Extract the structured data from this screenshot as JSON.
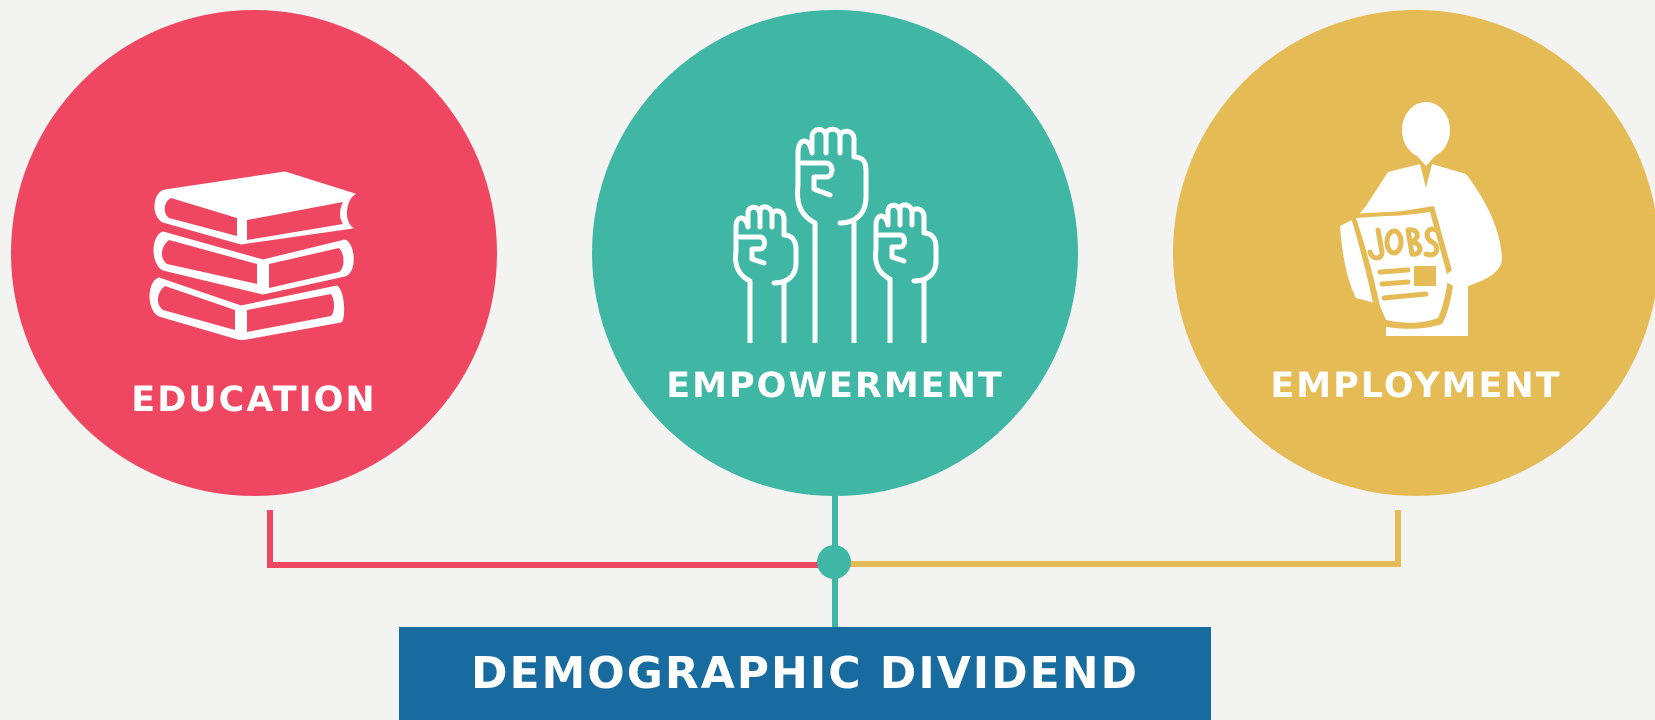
{
  "colors": {
    "background": "#f3f3f2",
    "education": "#ef4762",
    "empowerment": "#3fb7a4",
    "employment": "#e5bb56",
    "banner": "#176b9e",
    "text": "#ffffff"
  },
  "pillars": [
    {
      "label": "EDUCATION",
      "icon": "books-stack-icon"
    },
    {
      "label": "EMPOWERMENT",
      "icon": "raised-fists-icon"
    },
    {
      "label": "EMPLOYMENT",
      "icon": "job-seeker-newspaper-icon"
    }
  ],
  "banner": {
    "label": "DEMOGRAPHIC DIVIDEND"
  }
}
